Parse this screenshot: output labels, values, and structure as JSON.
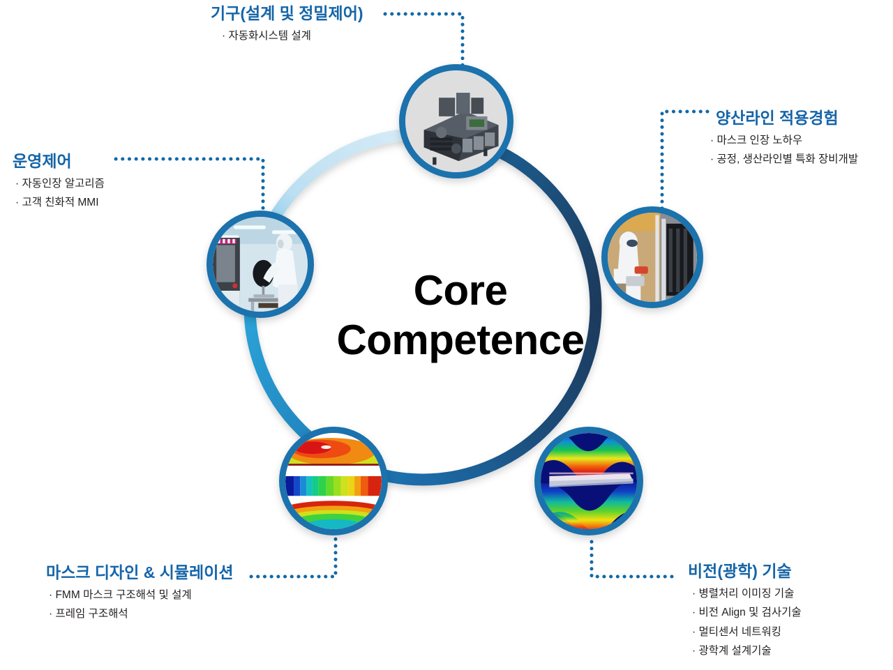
{
  "center": {
    "title": "Core\nCompetence"
  },
  "colors": {
    "heading_blue": "#1565a8",
    "node_ring_blue": "#1b72ad",
    "dotted_blue": "#1169a8",
    "ring_light": "#c3e1f0",
    "ring_cyan": "#2ba4d8",
    "ring_mid_blue": "#1c6ba8",
    "ring_navy": "#1e3a5c",
    "bullet_text": "#231f20",
    "center_text": "#000000"
  },
  "nodes": [
    {
      "id": "mechanism",
      "icon": "industrial-machine-photo"
    },
    {
      "id": "massline",
      "icon": "cleanroom-operator-photo"
    },
    {
      "id": "vision",
      "icon": "optical-interference-photo"
    },
    {
      "id": "simulation",
      "icon": "fea-contour-photo"
    },
    {
      "id": "operation",
      "icon": "lab-monitor-photo"
    }
  ],
  "labels": [
    {
      "id": "mechanism",
      "heading": "기구(설계 및 정밀제어)",
      "bullets": [
        "· 자동화시스템 설계"
      ]
    },
    {
      "id": "massline",
      "heading": "양산라인 적용경험",
      "bullets": [
        "· 마스크 인장 노하우",
        "· 공정, 생산라인별 특화 장비개발"
      ]
    },
    {
      "id": "vision",
      "heading": "비전(광학) 기술",
      "bullets": [
        "· 병렬처리 이미징 기술",
        "· 비전 Align 및 검사기술",
        "· 멀티센서 네트워킹",
        "· 광학계 설계기술"
      ]
    },
    {
      "id": "simulation",
      "heading": "마스크 디자인 & 시뮬레이션",
      "bullets": [
        "· FMM 마스크 구조해석 및 설계",
        "· 프레임 구조해석"
      ]
    },
    {
      "id": "operation",
      "heading": "운영제어",
      "bullets": [
        "· 자동인장 알고리즘",
        "· 고객 친화적 MMI"
      ]
    }
  ]
}
